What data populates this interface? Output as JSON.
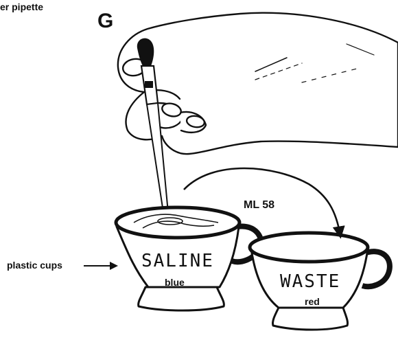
{
  "figure_letter": "G",
  "top_caption": "er pipette",
  "transfer_label": "ML 58",
  "cups_label": "plastic cups",
  "cups": [
    {
      "name": "SALINE",
      "color": "blue"
    },
    {
      "name": "WASTE",
      "color": "red"
    }
  ]
}
